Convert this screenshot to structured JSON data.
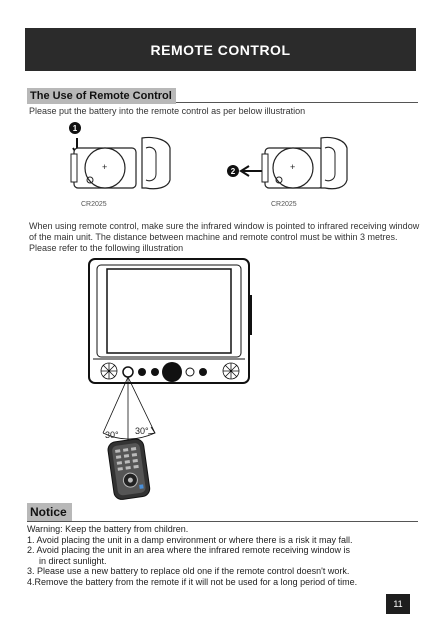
{
  "header": {
    "title": "REMOTE CONTROL"
  },
  "section": {
    "title": "The Use of Remote Control",
    "intro": "Please put the battery into the remote control as per below illustration",
    "battery_label_1": "CR2025",
    "battery_label_2": "CR2025",
    "step_1": "1",
    "step_2": "2",
    "usage_text": "When using remote control, make sure the infrared window is pointed to infrared receiving window of the main unit. The distance between machine and remote control must be within 3 metres. Please refer to the following illustration",
    "angle_left": "30°",
    "angle_right": "30°"
  },
  "notice": {
    "title": "Notice",
    "warning": "Warning: Keep the battery from children.",
    "items": [
      "1. Avoid placing the unit in a damp environment or where there is a risk it may fall.",
      "2. Avoid placing the unit in an area where the infrared remote receiving window is",
      "in direct sunlight.",
      "3. Please use a new battery to replace old one if the remote control doesn't work.",
      "4.Remove the battery from the remote if it will not be used for a long period of time."
    ]
  },
  "page_number": "11"
}
